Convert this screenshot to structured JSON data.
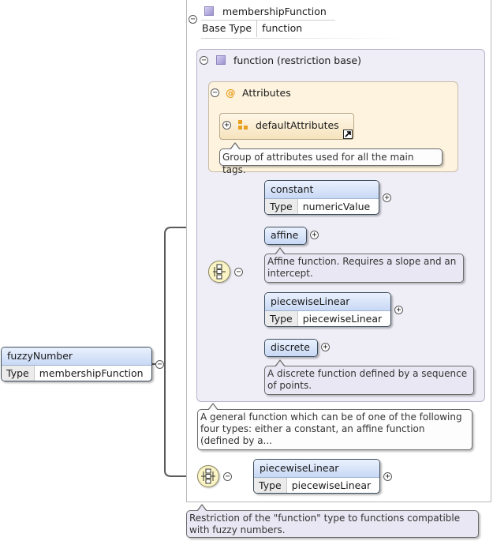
{
  "root_element": {
    "name": "fuzzyNumber",
    "type_key": "Type",
    "type_value": "membershipFunction"
  },
  "type_box": {
    "name": "membershipFunction",
    "base_type_key": "Base Type",
    "base_type_value": "function",
    "annotation": "Restriction of the \"function\" type to functions compatible with fuzzy numbers."
  },
  "restriction": {
    "label": "function (restriction base)",
    "annotation_line1": "A general function which can be of one of the following",
    "annotation_line2": "four types: either a constant, an affine function",
    "annotation_line3": "(defined by a..."
  },
  "attributes": {
    "title": "Attributes",
    "at_symbol": "@",
    "group_name": "defaultAttributes",
    "group_doc": "Group of attributes used for all the main tags."
  },
  "choice_children": [
    {
      "name": "constant",
      "type_key": "Type",
      "type_value": "numericValue"
    },
    {
      "name": "affine",
      "doc_line1": "Affine function. Requires a slope and an",
      "doc_line2": "intercept."
    },
    {
      "name": "piecewiseLinear",
      "type_key": "Type",
      "type_value": "piecewiseLinear"
    },
    {
      "name": "discrete",
      "doc_line1": "A discrete function defined by a sequence",
      "doc_line2": "of points."
    }
  ],
  "sequence_child": {
    "name": "piecewiseLinear",
    "type_key": "Type",
    "type_value": "piecewiseLinear"
  },
  "toggles": {
    "expanded": "−",
    "collapsed": "+"
  },
  "colors": {
    "element_header": "#c8d8f5",
    "attributes_bg": "#fdf3de",
    "restriction_bg": "#efeef7",
    "compositor_bg": "#fbf4c4",
    "attr_icon": "#e8a020"
  },
  "icons": [
    "type-icon",
    "attributes-at-icon",
    "attribute-group-icon",
    "shortcut-arrow-icon",
    "choice-icon",
    "sequence-icon"
  ]
}
